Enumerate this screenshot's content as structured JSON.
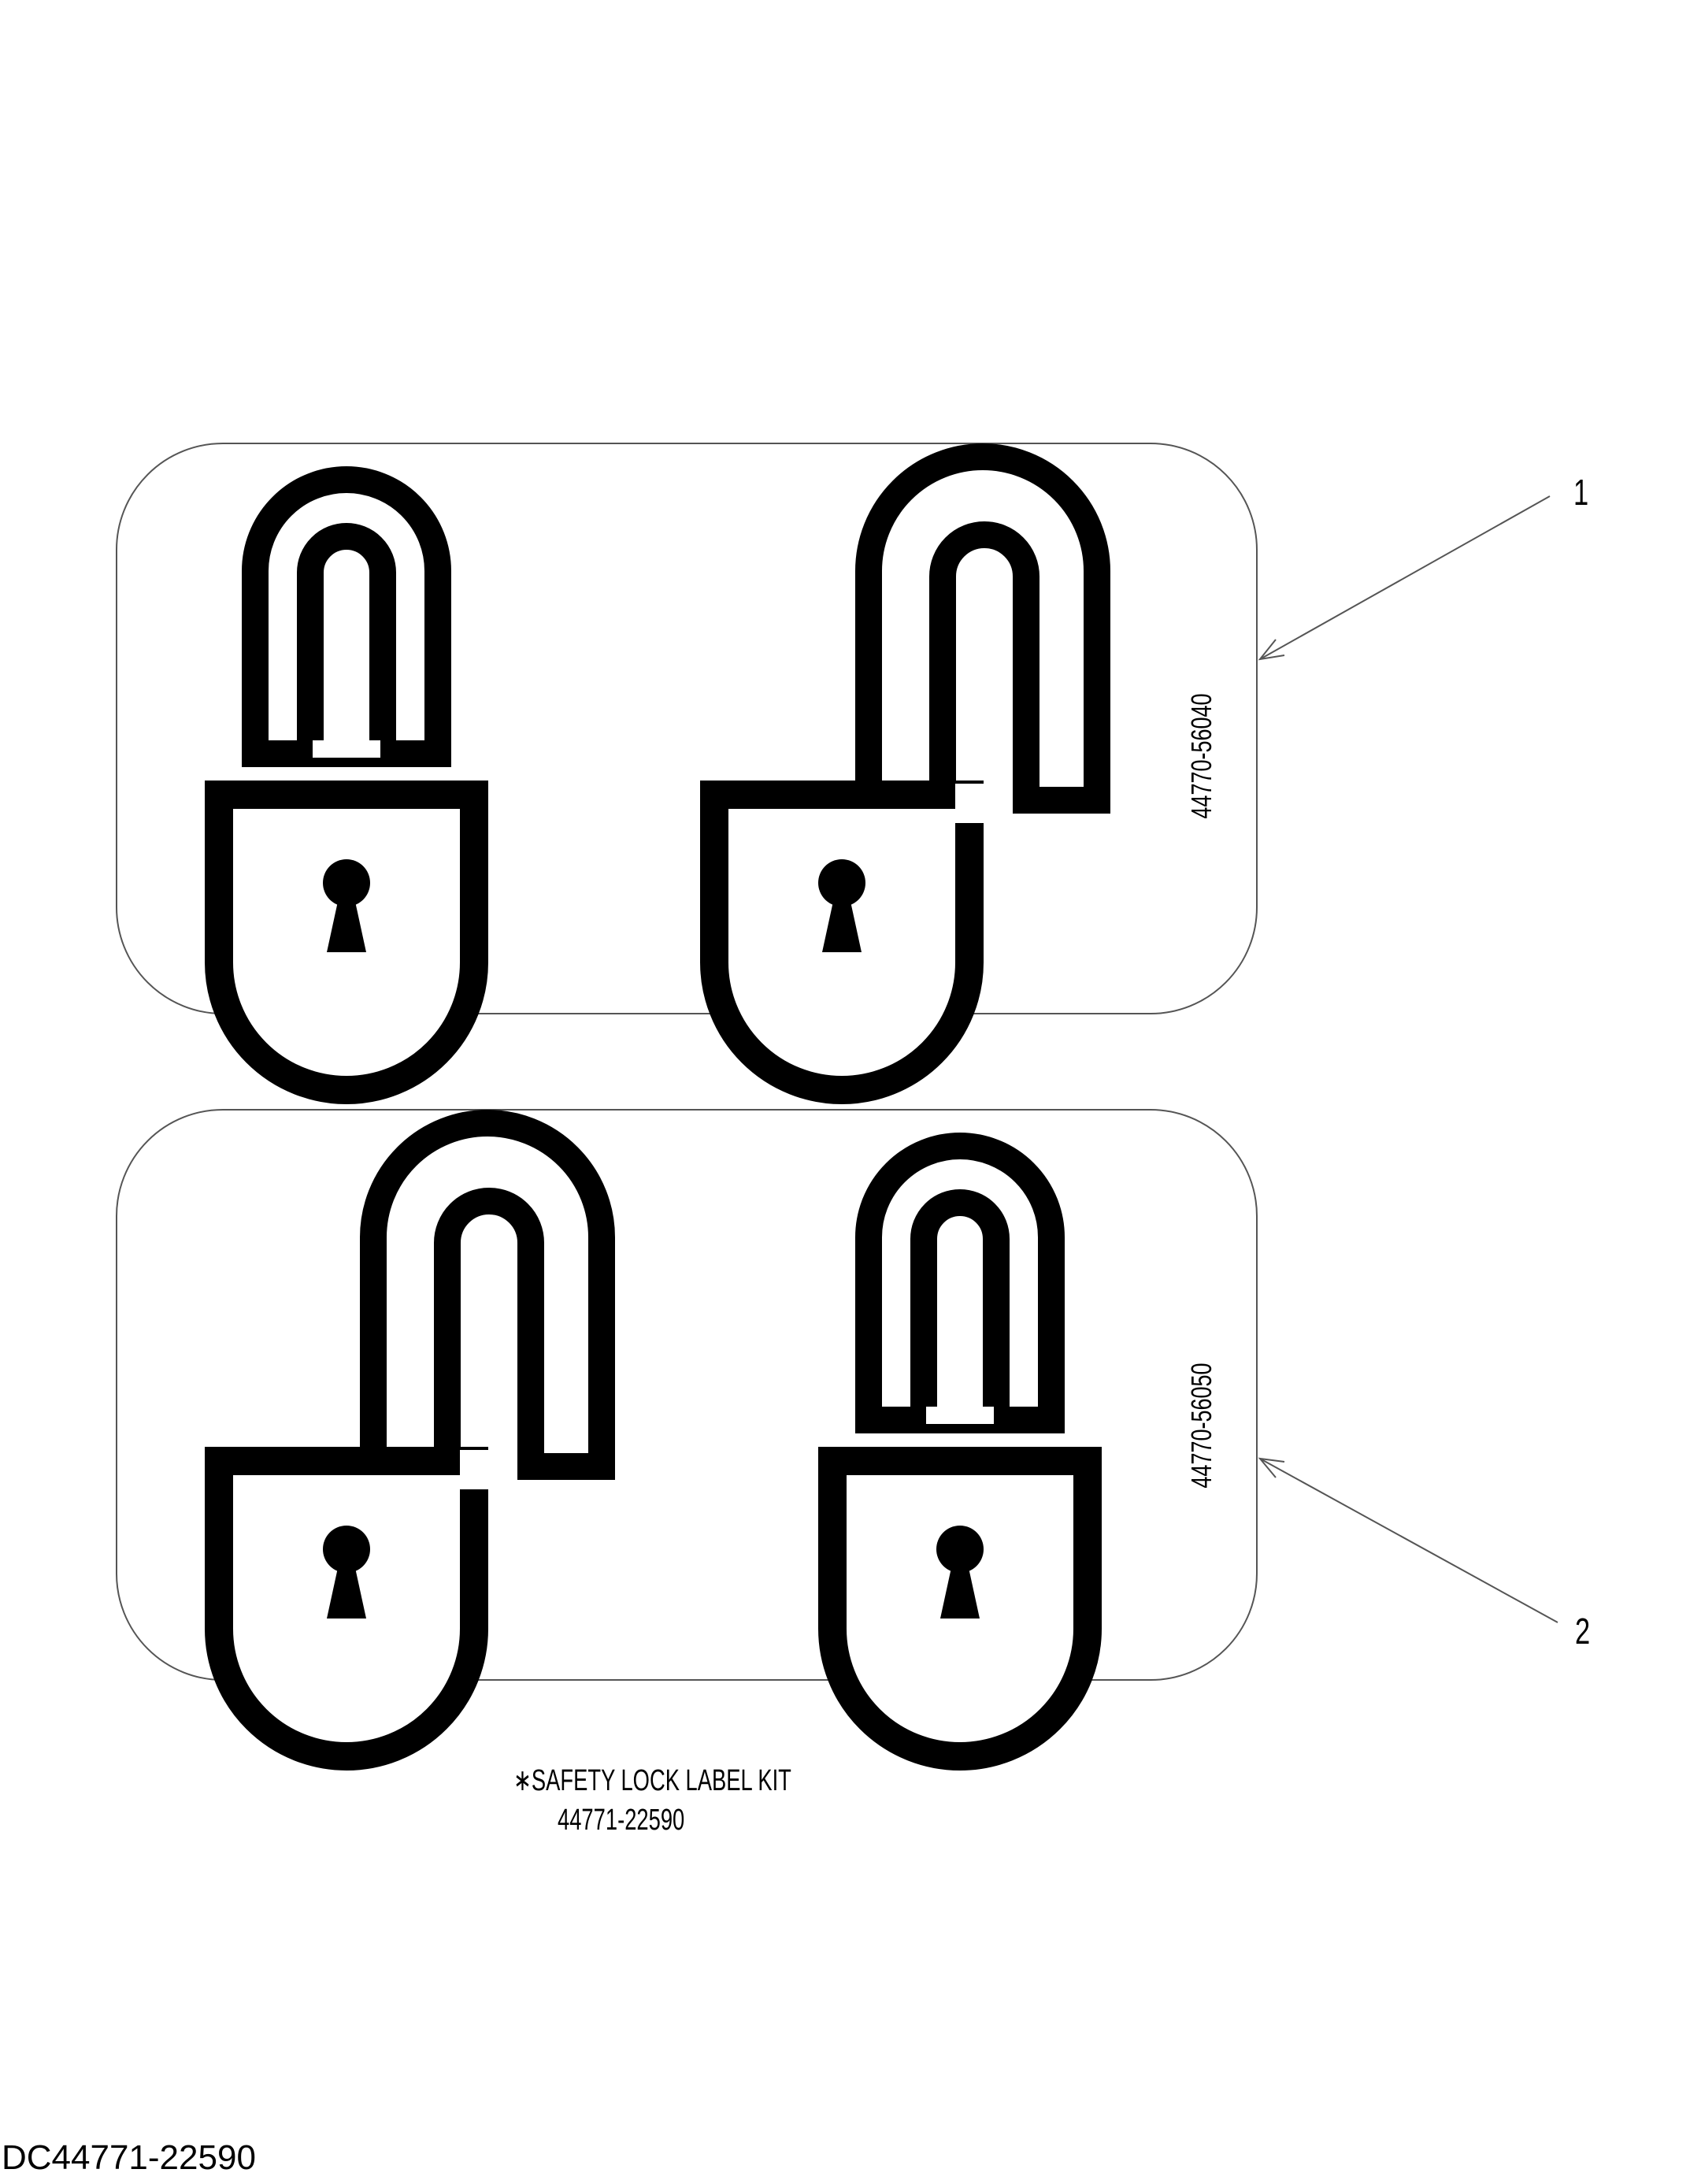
{
  "labels": [
    {
      "callout": "1",
      "part_number": "44770-56040",
      "icons": [
        "locked-padlock-icon",
        "unlocked-padlock-icon"
      ]
    },
    {
      "callout": "2",
      "part_number": "44770-56050",
      "icons": [
        "unlocked-padlock-icon",
        "locked-padlock-icon"
      ]
    }
  ],
  "kit": {
    "title": "∗SAFETY  LOCK LABEL KIT",
    "number": "44771-22590"
  },
  "document_id": "DC44771-22590",
  "colors": {
    "ink": "#000000",
    "outline": "#555555",
    "background": "#ffffff"
  }
}
